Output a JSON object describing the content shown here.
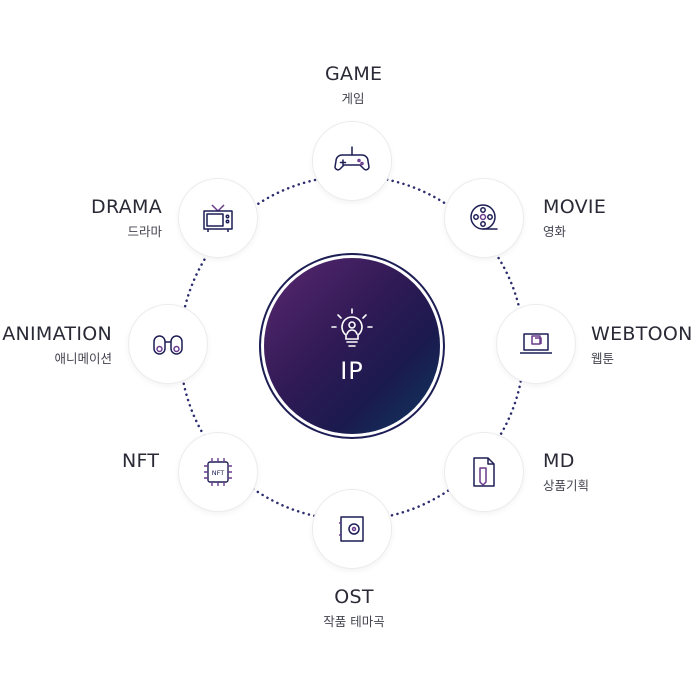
{
  "center": {
    "label": "IP",
    "icon": "lightbulb-icon"
  },
  "nodes": {
    "game": {
      "en": "GAME",
      "ko": "게임",
      "icon": "gamepad-icon"
    },
    "movie": {
      "en": "MOVIE",
      "ko": "영화",
      "icon": "film-reel-icon"
    },
    "webtoon": {
      "en": "WEBTOON",
      "ko": "웹툰",
      "icon": "laptop-icon"
    },
    "md": {
      "en": "MD",
      "ko": "상품기획",
      "icon": "document-pencil-icon"
    },
    "ost": {
      "en": "OST",
      "ko": "작품 테마곡",
      "icon": "speaker-icon"
    },
    "nft": {
      "en": "NFT",
      "ko": "",
      "icon": "nft-chip-icon"
    },
    "animation": {
      "en": "ANIMATION",
      "ko": "애니메이션",
      "icon": "binoculars-icon"
    },
    "drama": {
      "en": "DRAMA",
      "ko": "드라마",
      "icon": "tv-icon"
    }
  },
  "colors": {
    "accent": "#1d1e55",
    "purple": "#5a2870",
    "ring_dots": "#2b2d6e"
  }
}
